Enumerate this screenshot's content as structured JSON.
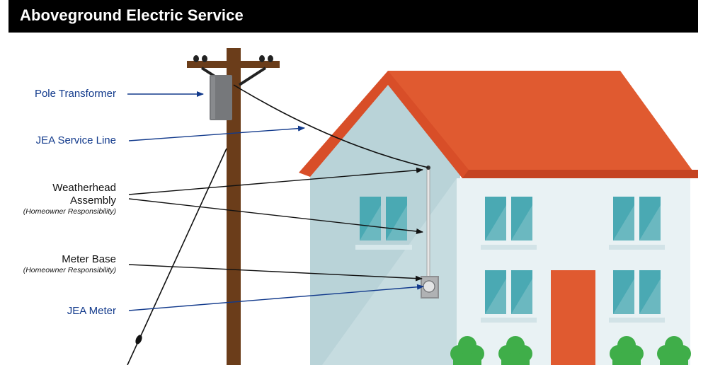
{
  "title": "Aboveground Electric Service",
  "labels": {
    "pole_transformer": "Pole Transformer",
    "service_line": "JEA Service Line",
    "weatherhead_line1": "Weatherhead",
    "weatherhead_line2": "Assembly",
    "weatherhead_note": "(Homeowner Responsibility)",
    "meter_base": "Meter Base",
    "meter_base_note": "(Homeowner Responsibility)",
    "jea_meter": "JEA Meter"
  },
  "colors": {
    "jea_blue": "#123a8c",
    "roof": "#e05a30",
    "roof_dark": "#c54422",
    "wall_front": "#e9f2f4",
    "wall_side": "#b9d3d8",
    "window": "#4aa9b3",
    "door": "#e05a30",
    "shrub": "#3fae49",
    "pole": "#6b3d1a",
    "transformer": "#76787b"
  }
}
